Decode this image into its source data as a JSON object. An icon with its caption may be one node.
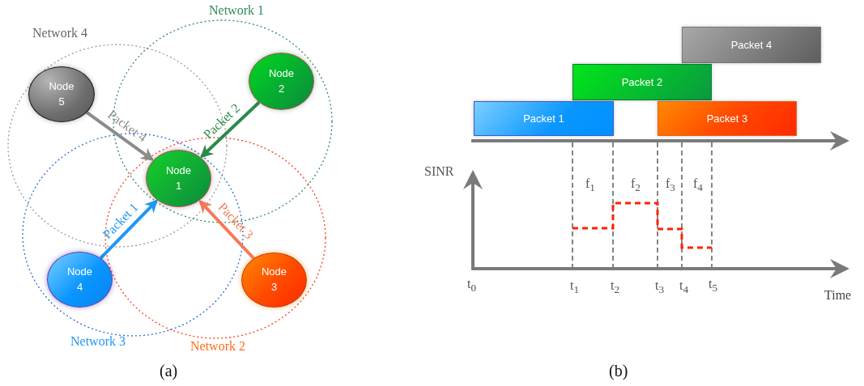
{
  "diagram": {
    "nodes": [
      {
        "text": [
          "Node 5"
        ]
      },
      {
        "text": [
          "Node 2"
        ]
      },
      {
        "text": [
          "Node 1"
        ]
      },
      {
        "text": [
          "Node 4"
        ]
      },
      {
        "text": [
          "Node 3"
        ]
      },
      {
        "text": [
          "Packet 4"
        ]
      },
      {
        "text": [
          "Packet 2"
        ]
      },
      {
        "text": [
          "Packet 1"
        ]
      },
      {
        "text": [
          "Packet 3"
        ]
      }
    ],
    "edges": [
      {
        "from": 0,
        "to": 2,
        "arrow": "to",
        "label": "Packet 4",
        "color": "#8c8c8c"
      },
      {
        "from": 1,
        "to": 2,
        "arrow": "to",
        "label": "Packet 2",
        "color": "#2a8a4a"
      },
      {
        "from": 3,
        "to": 2,
        "arrow": "to",
        "label": "Packet 1",
        "color": "#2196f3"
      },
      {
        "from": 4,
        "to": 2,
        "arrow": "to",
        "label": "Packet 3",
        "color": "#f47a5a"
      }
    ],
    "labels": [
      "Network 1",
      "Network 4",
      "SINR",
      "f$_{1}$",
      "f$_{2}$",
      "f$_{3}$",
      "f$_{4}$",
      "t$_{0}$",
      "t$_{1}$",
      "t$_{2}$",
      "t$_{3}$",
      "t$_{4}$",
      "t$_{5}$",
      "Time",
      "Network 3",
      "Network 2",
      "(a)",
      "(b)"
    ]
  }
}
